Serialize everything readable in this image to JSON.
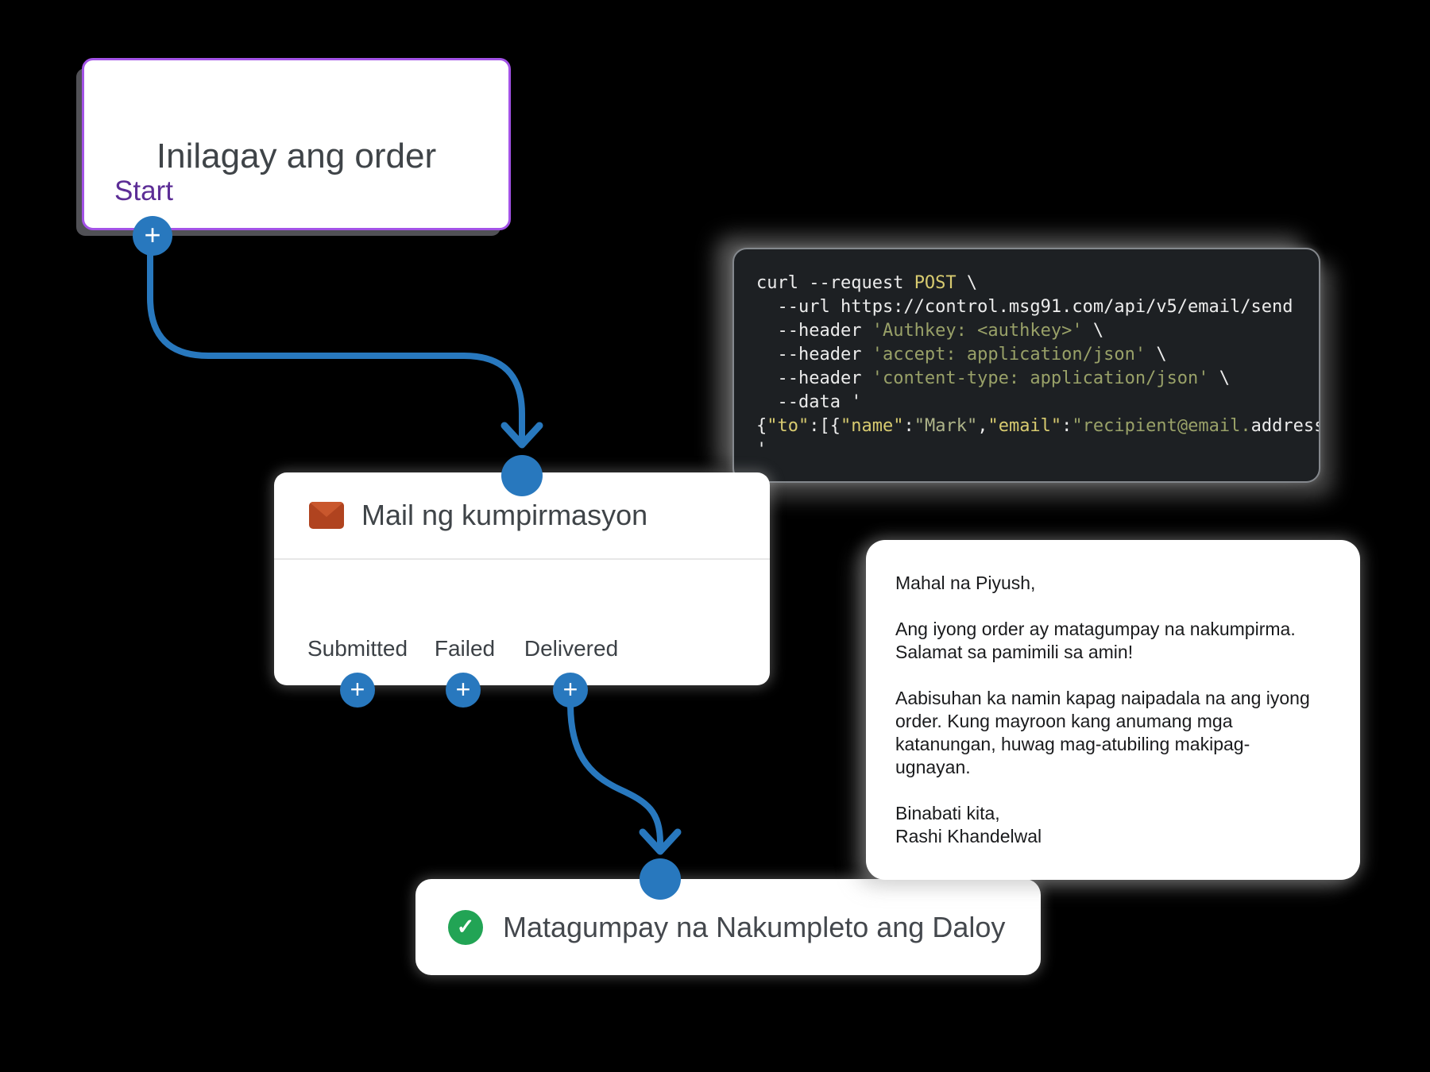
{
  "flow": {
    "start_card": {
      "title": "Inilagay ang order",
      "badge": "Start"
    },
    "mail_card": {
      "title": "Mail ng kumpirmasyon",
      "statuses": [
        "Submitted",
        "Failed",
        "Delivered"
      ]
    },
    "end_card": {
      "title": "Matagumpay na Nakumpleto ang Daloy"
    }
  },
  "icons": {
    "plus": "+",
    "check": "✓"
  },
  "code_block": {
    "line1": [
      {
        "c": "w",
        "t": "curl --request "
      },
      {
        "c": "y",
        "t": "POST"
      },
      {
        "c": "w",
        "t": " \\"
      }
    ],
    "line2": [
      {
        "c": "w",
        "t": "  --url https://control.msg91.com/api/v5/email/send"
      }
    ],
    "line3": [
      {
        "c": "w",
        "t": "  --header "
      },
      {
        "c": "o",
        "t": "'Authkey: <authkey>'"
      },
      {
        "c": "w",
        "t": " \\"
      }
    ],
    "line4": [
      {
        "c": "w",
        "t": "  --header "
      },
      {
        "c": "o",
        "t": "'accept: application/json'"
      },
      {
        "c": "w",
        "t": " \\"
      }
    ],
    "line5": [
      {
        "c": "w",
        "t": "  --header "
      },
      {
        "c": "o",
        "t": "'content-type: application/json'"
      },
      {
        "c": "w",
        "t": " \\"
      }
    ],
    "line6": [
      {
        "c": "w",
        "t": "  --data '"
      }
    ],
    "line7": [
      {
        "c": "w",
        "t": "{"
      },
      {
        "c": "y",
        "t": "\"to\""
      },
      {
        "c": "w",
        "t": ":[{"
      },
      {
        "c": "y",
        "t": "\"name\""
      },
      {
        "c": "w",
        "t": ":"
      },
      {
        "c": "p",
        "t": "\"Mark\""
      },
      {
        "c": "w",
        "t": ","
      },
      {
        "c": "y",
        "t": "\"email\""
      },
      {
        "c": "w",
        "t": ":"
      },
      {
        "c": "o",
        "t": "\"recipient@email."
      },
      {
        "c": "w",
        "t": "address"
      }
    ],
    "line8": [
      {
        "c": "w",
        "t": "'"
      }
    ]
  },
  "email_preview": {
    "body": "Mahal na Piyush,\n\nAng iyong order ay matagumpay na nakumpirma.\nSalamat sa pamimili sa amin!\n\nAabisuhan ka namin kapag naipadala na ang iyong\norder. Kung mayroon kang anumang mga\nkatanungan, huwag mag-atubiling makipag-\nugnayan.\n\nBinabati kita,\nRashi Khandelwal"
  },
  "colors": {
    "accent-blue": "#2878BE",
    "purple-border": "#A353E6",
    "purple-text": "#5C2D96",
    "title-gray": "#3F4448",
    "body-dark": "#1A1B1D",
    "green": "#22A455",
    "code-bg": "#1D2023",
    "code-border": "#84888D",
    "code-white": "#ECECEC",
    "code-yellow": "#D8CB70",
    "code-olive": "#99A168",
    "code-pale": "#AEB489",
    "envelope-red": "#B0431F",
    "envelope-flap": "#C9572D",
    "divider": "#E7E7E7"
  }
}
